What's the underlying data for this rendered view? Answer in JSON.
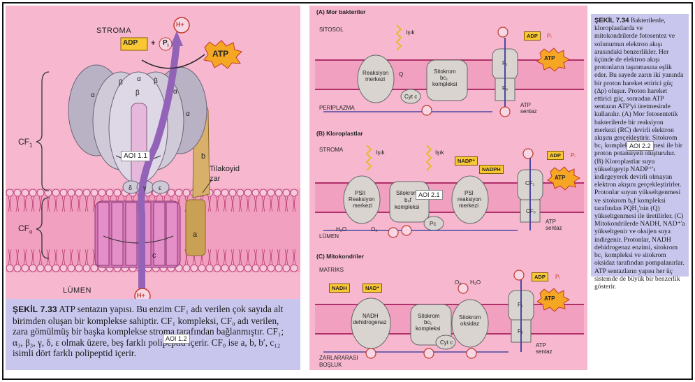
{
  "left_figure": {
    "stroma_label": "STROMA",
    "lumen_label": "LÜMEN",
    "adp_label": "ADP",
    "pi_label": "P",
    "pi_sub": "i",
    "plus": "+",
    "atp_label": "ATP",
    "hplus_label": "H+",
    "cf1_label": "CF",
    "cf1_sub": "1",
    "cf0_label": "CF",
    "cf0_sub": "o",
    "membrane_label_line1": "Tilakoyid",
    "membrane_label_line2": "zar",
    "subunits": [
      "α",
      "β",
      "α",
      "β",
      "α",
      "β",
      "α",
      "δ",
      "γ",
      "ε",
      "a",
      "b",
      "c"
    ],
    "aoi_1": "AOI 1.1",
    "aoi_2": "AOI 1.2"
  },
  "caption_733": {
    "title": "ŞEKİL 7.33",
    "text": "ATP sentazın yapısı. Bu enzim CF₁ adı verilen çok sayıda alt birimden oluşan bir komplekse sahiptir. CF₁ kompleksi, CF₀ adı verilen, zara gömülmüş bir başka komplekse stroma tarafından bağlanmıştır. CF₁; α₃, β₃, γ, δ, ε olmak üzere, beş farklı polipeptid içerir. CF₀ ise a, b, b′, c₁₂ isimli dört farklı polipeptid içerir."
  },
  "right_figure": {
    "section_a": "(A) Mor bakteriler",
    "section_b": "(B) Kloroplastlar",
    "section_c": "(C) Mitokondriler",
    "a_top": "SİTOSOL",
    "a_bottom": "PERİPLAZMA",
    "b_top": "STROMA",
    "b_bottom": "LÜMEN",
    "c_top": "MATRİKS",
    "c_bottom_1": "ZARLARARASI",
    "c_bottom_2": "BOŞLUK",
    "light": "Işık",
    "rc_1": "Reaksiyon",
    "rc_2": "merkezi",
    "cyt_bc1_1": "Sitokrom",
    "cyt_bc1_2": "bc₁",
    "cyt_bc1_3": "kompleksi",
    "cytc": "Cyt c",
    "q": "Q",
    "f1": "F₁",
    "fo": "Fₒ",
    "atp_synthase_1": "ATP",
    "atp_synthase_2": "sentaz",
    "adp": "ADP",
    "pi": "Pᵢ",
    "atp": "ATP",
    "psii_1": "PSII",
    "psii_2": "Reaksiyon",
    "psii_3": "merkezi",
    "cyt_b6f_1": "Sitokrom",
    "cyt_b6f_2": "b₆f",
    "cyt_b6f_3": "kompleksi",
    "psi_1": "PSI",
    "psi_2": "reaksiyon",
    "psi_3": "merkezi",
    "pc": "Pc",
    "nadp": "NADP⁺",
    "nadph": "NADPH",
    "h2o": "H₂O",
    "o2": "O₂",
    "cf1": "CF₁",
    "cfo": "CFₒ",
    "nadh": "NADH",
    "nad": "NAD⁺",
    "nadh_dh_1": "NADH",
    "nadh_dh_2": "dehidrogenaz",
    "cyt_ox_1": "Sitokrom",
    "cyt_ox_2": "oksidaz",
    "aoi_1": "AOI 2.1"
  },
  "caption_734": {
    "title": "ŞEKİL 7.34",
    "text": "Bakterilerde, kloroplastlarda ve mitokondrilerde fotosentez ve solunumun elektron akışı arasındaki benzerlikler. Her üçünde de elektron akışı protonların taşınmasına eşlik eder. Bu sayede zarın iki yanında bir proton hareket ettirici güç (Δp) oluşur. Proton hareket ettirici güç, sonradan ATP sentazın ATP'yi üretmesinde kullanılır. (A) Mor fotosentetik bakterilerde bir reaksiyon merkezi (RC) devirli elektron akışını gerçekleştirir. Sitokrom bc₁ kompleksinin işlemesi ile bir proton potansiyeli oluşturulur. (B) Kloroplastlar suyu yükseltgeyip NADP⁺'ı indirgeyerek devirli olmayan elektron akışını gerçekleştirirler. Protonlar suyun yükseltgenmesi ve sitokrom b₆f kompleksi tarafından PQH₂'nin (Q) yükseltgenmesi ile üretilirler. (C) Mitokondrilerde NADH, NAD⁺'a yükseltgenir ve oksijen suya indirgenir. Protonlar, NADH dehidrogenaz enzimi, sitokrom bc₁ kompleksi ve sitokrom oksidaz tarafından pompalanırlar. ATP sentazların yapısı her üç sistemde de büyük bir benzerlik gösterir.",
    "aoi_1": "AOI 2.2"
  }
}
